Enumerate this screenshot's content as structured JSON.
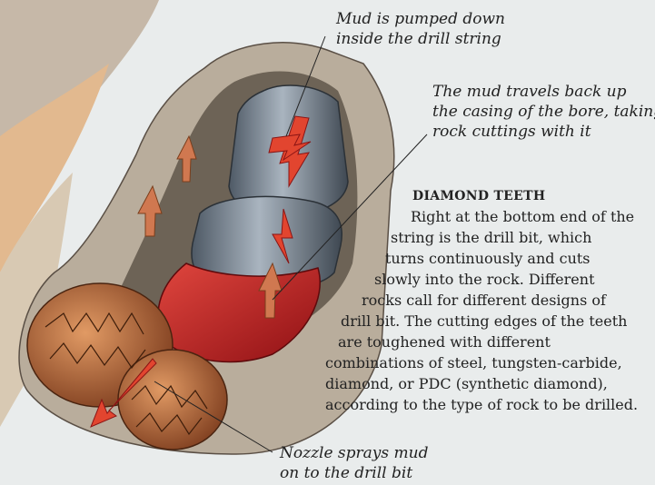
{
  "labels": {
    "top": [
      "Mud is pumped down",
      "inside the drill string"
    ],
    "middle": [
      "The mud travels back up",
      "the casing of the bore, taking",
      "rock cuttings with it"
    ],
    "bottom": [
      "Nozzle sprays mud",
      "on to the drill bit"
    ]
  },
  "panel": {
    "heading": "DIAMOND TEETH",
    "lines": [
      "Right at the bottom end of the",
      "string is the drill bit, which",
      "turns continuously and cuts",
      "slowly into the rock. Different",
      "rocks call for different designs of",
      "drill bit. The cutting edges of the teeth",
      "are toughened with different",
      "combinations of steel, tungsten-carbide,",
      "diamond, or PDC (synthetic diamond),",
      "according to the type of rock to be drilled."
    ]
  },
  "colors": {
    "background": "#e9ecec",
    "rock": "#c9b8a1",
    "steel": "#7c8a97",
    "mud": "#c41f22",
    "arrow": "#e2452f",
    "bit": "#b4653a",
    "ground": "#e2b98f"
  }
}
